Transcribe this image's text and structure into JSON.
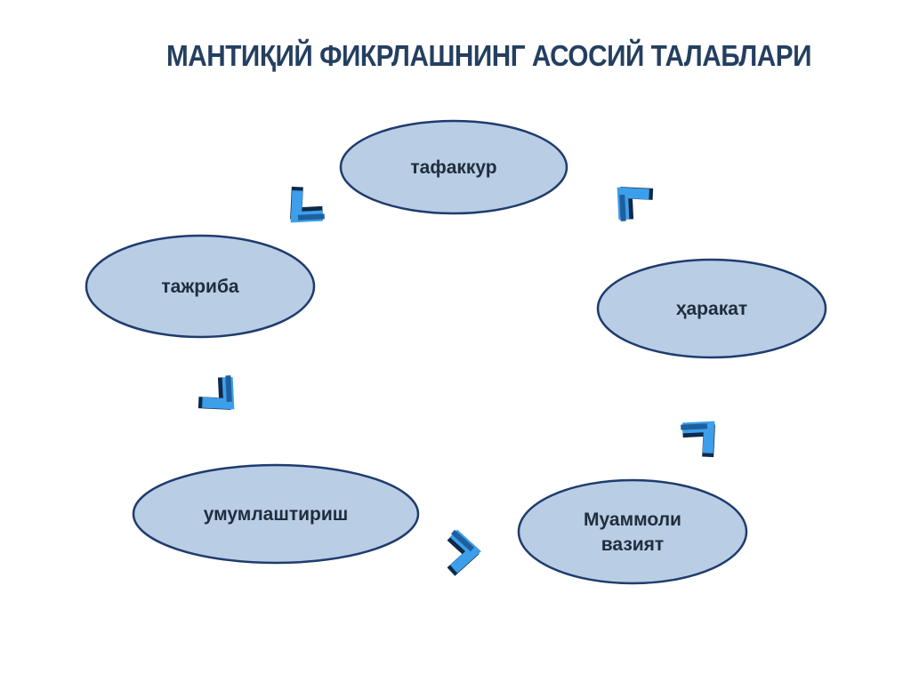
{
  "title": "МАНТИҚИЙ ФИКРЛАШНИНГ АСОСИЙ ТАЛАБЛАРИ",
  "colors": {
    "node_fill": "#b9cde5",
    "node_stroke": "#1f3c6e",
    "arrow": "#3d9fea",
    "arrow_dark": "#1f5f9e",
    "title": "#243f60"
  },
  "nodes": [
    {
      "id": "tafakkur",
      "lines": [
        "тафаккур"
      ]
    },
    {
      "id": "harakat",
      "lines": [
        "ҳаракат"
      ]
    },
    {
      "id": "muammoli",
      "lines": [
        "Муаммоли",
        "вазият"
      ]
    },
    {
      "id": "umumlashtirish",
      "lines": [
        "умумлаштириш"
      ]
    },
    {
      "id": "tajriba",
      "lines": [
        "тажриба"
      ]
    }
  ],
  "edges": [
    {
      "from": "tafakkur",
      "to": "tajriba",
      "icon": "arrow-down-left-icon"
    },
    {
      "from": "tajriba",
      "to": "umumlashtirish",
      "icon": "arrow-down-right-icon"
    },
    {
      "from": "umumlashtirish",
      "to": "muammoli",
      "icon": "arrow-right-icon"
    },
    {
      "from": "muammoli",
      "to": "harakat",
      "icon": "arrow-up-right-icon"
    },
    {
      "from": "harakat",
      "to": "tafakkur",
      "icon": "arrow-up-left-icon"
    }
  ]
}
